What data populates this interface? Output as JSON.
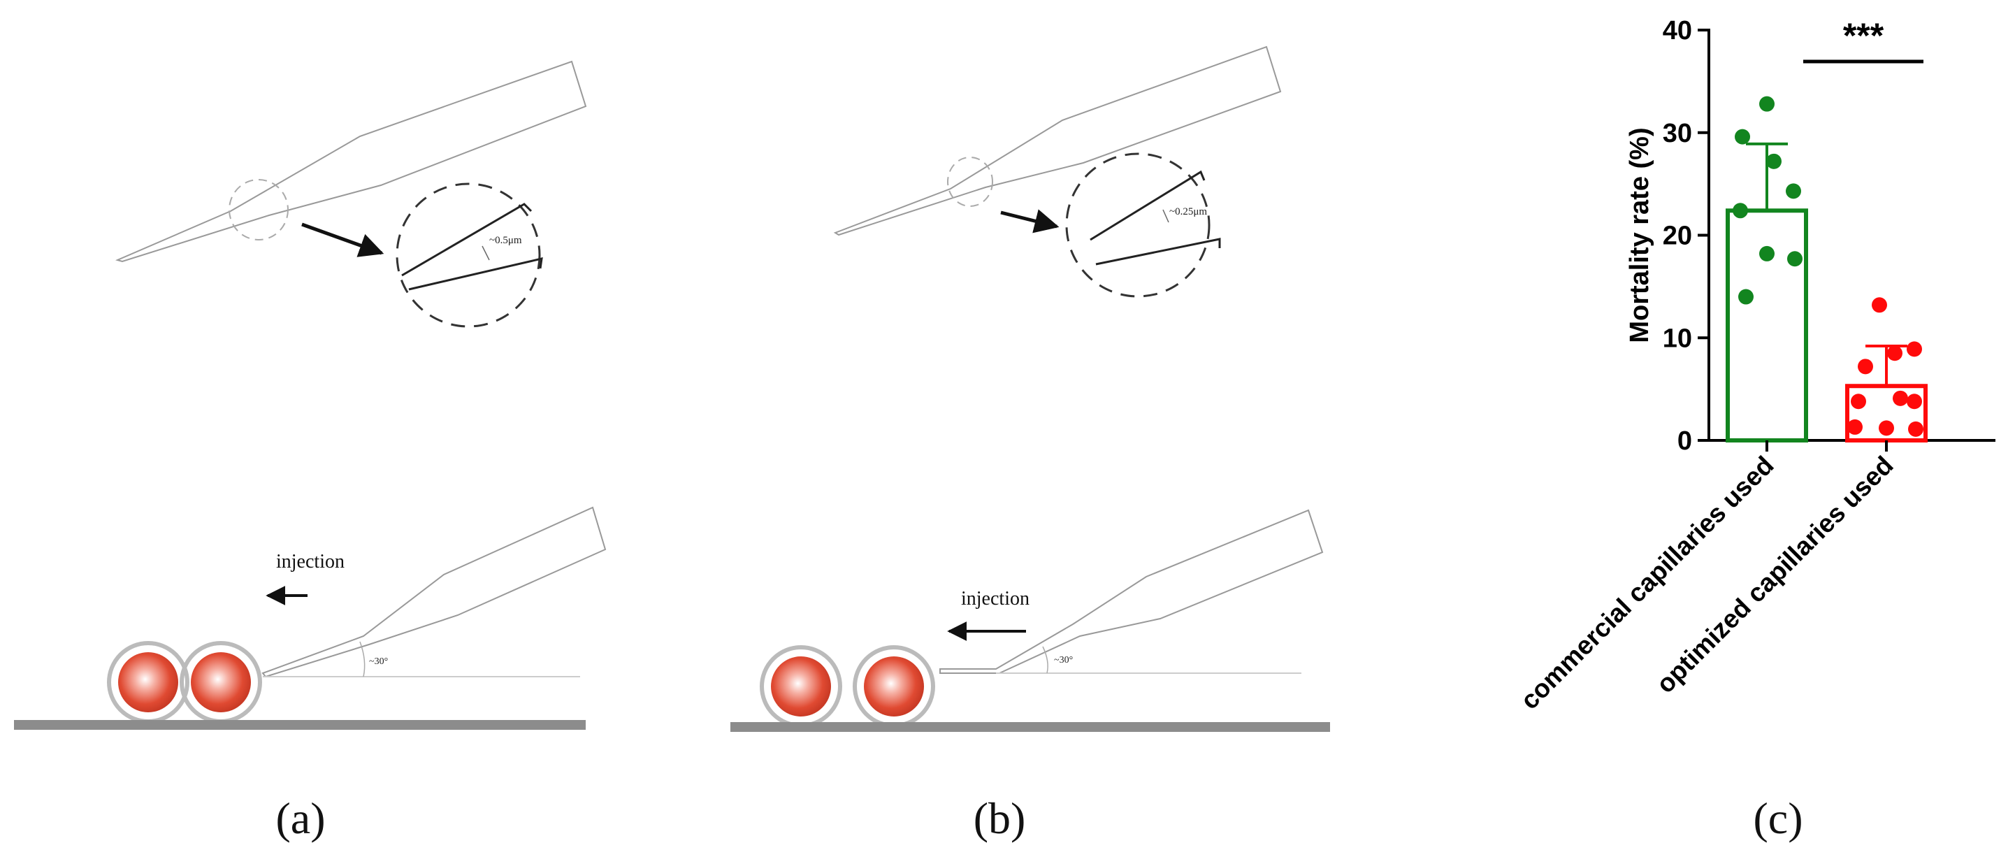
{
  "panel_a": {
    "label": "(a)",
    "tip_annotation": "~0.5μm",
    "injection_label": "injection",
    "angle_label": "~30°"
  },
  "panel_b": {
    "label": "(b)",
    "tip_annotation": "~0.25μm",
    "injection_label": "injection",
    "angle_label": "~30°"
  },
  "panel_c": {
    "label": "(c)",
    "significance": "***"
  },
  "colors": {
    "commercial": "#12851f",
    "optimized": "#ff0a0a",
    "egg_fill": "#e8553f",
    "outline": "#999999",
    "stage": "#8c8c8c"
  },
  "chart_data": {
    "type": "bar",
    "ylabel": "Mortality rate (%)",
    "ylim": [
      0,
      40
    ],
    "yticks": [
      0,
      10,
      20,
      30,
      40
    ],
    "categories": [
      "commercial capillaries used",
      "optimized capillaries used"
    ],
    "series": [
      {
        "values": [
          22.4,
          5.3
        ],
        "error": [
          6.5,
          3.9
        ]
      }
    ],
    "points": [
      [
        32.8,
        29.6,
        27.2,
        24.3,
        22.4,
        18.2,
        17.7,
        14.0
      ],
      [
        13.2,
        8.9,
        8.5,
        7.2,
        4.1,
        3.8,
        3.8,
        1.3,
        1.2,
        1.1
      ]
    ],
    "significance": "***"
  }
}
